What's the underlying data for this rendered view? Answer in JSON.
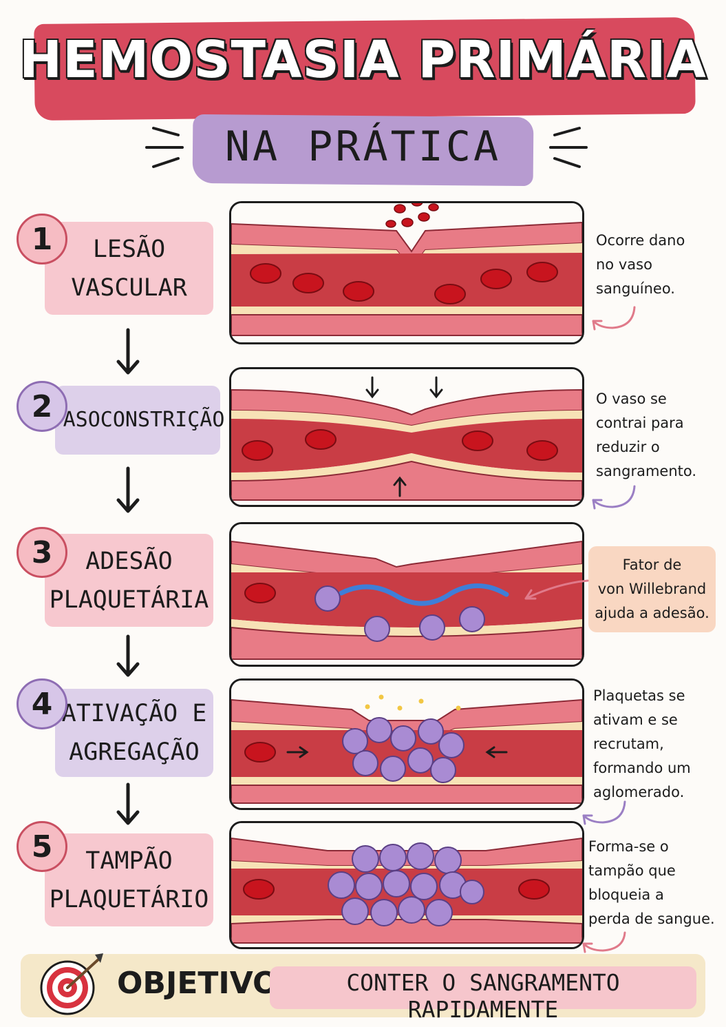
{
  "header": {
    "title": "HEMOSTASIA PRIMÁRIA",
    "subtitle": "NA PRÁTICA"
  },
  "steps": [
    {
      "number": "1",
      "label_line1": "LESÃO",
      "label_line2": "VASCULAR",
      "description": [
        "Ocorre dano",
        "no vaso",
        "sanguíneo."
      ]
    },
    {
      "number": "2",
      "label_line1": "VASOCONSTRIÇÃO",
      "label_line2": "",
      "description": [
        "O vaso se",
        "contrai para",
        "reduzir o",
        "sangramento."
      ]
    },
    {
      "number": "3",
      "label_line1": "ADESÃO",
      "label_line2": "PLAQUETÁRIA",
      "description": [
        "Fator de",
        "von Willebrand",
        "ajuda a adesão."
      ]
    },
    {
      "number": "4",
      "label_line1": "ATIVAÇÃO E",
      "label_line2": "AGREGAÇÃO",
      "description": [
        "Plaquetas se",
        "ativam e se",
        "recrutam,",
        "formando um",
        "aglomerado."
      ]
    },
    {
      "number": "5",
      "label_line1": "TAMPÃO",
      "label_line2": "PLAQUETÁRIO",
      "description": [
        "Forma-se o",
        "tampão que",
        "bloqueia a",
        "perda de sangue."
      ]
    }
  ],
  "footer": {
    "label": "OBJETIVO:",
    "text": "CONTER O SANGRAMENTO RAPIDAMENTE"
  },
  "colors": {
    "accent_red": "#d84a5e",
    "accent_lilac": "#b79bd0",
    "pink_label": "#f7c8cf",
    "lilac_label": "#ddd0ea",
    "vessel_wall": "#e87b86",
    "blood": "#c93d45",
    "rbc": "#c8141e",
    "platelet": "#a98bd3",
    "vwf": "#3f7ed8"
  }
}
